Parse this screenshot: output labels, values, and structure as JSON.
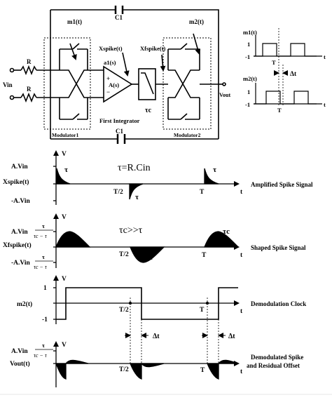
{
  "circuit": {
    "c1_top": "C1",
    "c1_bottom": "C1",
    "m1": "m1(t)",
    "m2": "m2(t)",
    "xspike": "Xspike(t)",
    "xfspike": "Xfspike(t)",
    "a1s": "a1(s)",
    "as": "A(s)",
    "plus": "+",
    "minus": "−",
    "vin": "Vin",
    "vout": "Vout",
    "r1": "R",
    "r2": "R",
    "tau_c": "τc",
    "first_integrator": "First Integrator",
    "modulator1": "Modulator1",
    "modulator2": "Modulator2"
  },
  "clock_inset": {
    "m1": "m1(t)",
    "m2": "m2(t)",
    "one_a": "1",
    "neg_a": "-1",
    "one_b": "1",
    "neg_b": "-1",
    "t_a": "t",
    "t_b": "t",
    "T_a": "T",
    "T_b": "T",
    "dt": "Δt"
  },
  "panel1": {
    "v": "V",
    "ylabel": "Xspike(t)",
    "top": "A.Vin",
    "bottom": "-A.Vin",
    "tau1": "τ",
    "tau2": "τ",
    "tau3": "τ",
    "eq": "τ=R.Cin",
    "half": "T/2",
    "T": "T",
    "t": "t",
    "caption": "Amplified Spike Signal"
  },
  "panel2": {
    "v": "V",
    "ylabel": "Xfspike(t)",
    "top_a": "A.Vin",
    "top_frac_num": "τ",
    "top_frac_den": "τc − τ",
    "bot_a": "-A.Vin",
    "bot_frac_num": "τ",
    "bot_frac_den": "τc − τ",
    "tc1": "τc",
    "tc2": "τc",
    "tc3": "τc",
    "ineq": "τc>>τ",
    "half": "T/2",
    "T": "T",
    "t": "t",
    "caption": "Shaped Spike Signal"
  },
  "panel3": {
    "v": "V",
    "ylabel": "m2(t)",
    "one": "1",
    "neg": "-1",
    "half": "T/2",
    "T": "T",
    "t": "t",
    "caption": "Demodulation Clock"
  },
  "panel4": {
    "v": "V",
    "ylabel": "Vout(t)",
    "top_a": "A.Vin",
    "top_frac_num": "τ",
    "top_frac_den": "τc − τ",
    "dt1": "Δt",
    "dt2": "Δt",
    "half": "T/2",
    "T": "T",
    "t": "t",
    "caption_1": "Demodulated Spike",
    "caption_2": "and Residual Offset"
  }
}
